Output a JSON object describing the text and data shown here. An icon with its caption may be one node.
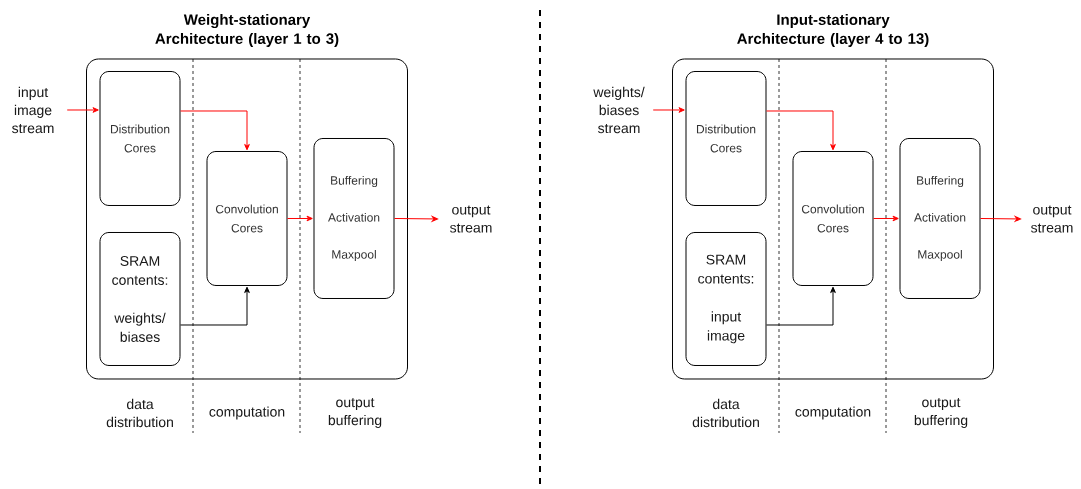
{
  "diagram": {
    "nodes": [
      {
        "text": [
          "Weight-stationary Architecture (layer 1 to 3)"
        ]
      },
      {
        "text": [
          "input image stream"
        ]
      },
      {
        "text": [
          "Distribution Cores"
        ],
        "in": 0
      },
      {
        "text": [
          "SRAM contents:",
          "weights/ biases"
        ],
        "in": 0
      },
      {
        "text": [
          "Convolution Cores"
        ],
        "in": 0
      },
      {
        "text": [
          "Buffering",
          "Activation",
          "Maxpool"
        ],
        "in": 0
      },
      {
        "text": [
          "output stream"
        ]
      },
      {
        "text": [
          "Input-stationary Architecture (layer 4 to 13)"
        ]
      },
      {
        "text": [
          "weights/ biases stream"
        ]
      },
      {
        "text": [
          "Distribution Cores"
        ],
        "in": 7
      },
      {
        "text": [
          "SRAM contents:",
          "input image"
        ],
        "in": 7
      },
      {
        "text": [
          "Convolution Cores"
        ],
        "in": 7
      },
      {
        "text": [
          "Buffering",
          "Activation",
          "Maxpool"
        ],
        "in": 7
      },
      {
        "text": [
          "output stream"
        ]
      }
    ],
    "edges": [
      {
        "from": 1,
        "to": 2,
        "arrow": "to"
      },
      {
        "from": 2,
        "to": 4,
        "arrow": "to"
      },
      {
        "from": 3,
        "to": 4,
        "arrow": "to",
        "color": "#000000"
      },
      {
        "from": 4,
        "to": 5,
        "arrow": "to"
      },
      {
        "from": 5,
        "to": 6,
        "arrow": "to"
      },
      {
        "from": 8,
        "to": 9,
        "arrow": "to"
      },
      {
        "from": 9,
        "to": 11,
        "arrow": "to"
      },
      {
        "from": 10,
        "to": 11,
        "arrow": "to",
        "color": "#000000"
      },
      {
        "from": 11,
        "to": 12,
        "arrow": "to"
      },
      {
        "from": 12,
        "to": 13,
        "arrow": "to"
      }
    ],
    "labels": [
      "data distribution",
      "computation",
      "output buffering",
      "data distribution",
      "computation",
      "output buffering"
    ]
  }
}
